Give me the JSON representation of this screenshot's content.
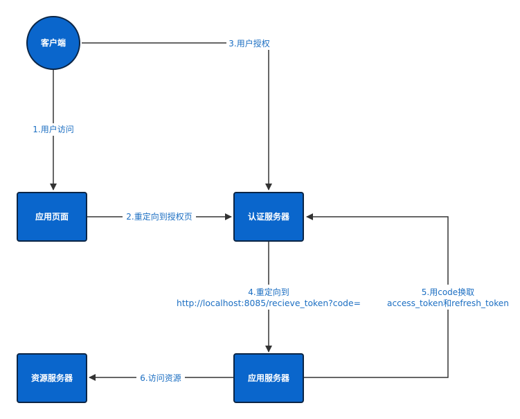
{
  "nodes": {
    "client": "客户端",
    "app_page": "应用页面",
    "auth_server": "认证服务器",
    "app_server": "应用服务器",
    "resource_server": "资源服务器"
  },
  "edges": {
    "user_visit": "1.用户访问",
    "redirect_to_auth_page": "2.重定向到授权页",
    "user_authorize": "3.用户授权",
    "redirect_line1": "4.重定向到",
    "redirect_line2": "http://localhost:8085/recieve_token?code=",
    "exchange_line1": "5.用code换取",
    "exchange_line2": "access_token和refresh_token",
    "access_resource": "6.访问资源"
  },
  "colors": {
    "node_fill": "#0a66cc",
    "node_stroke": "#0b2545",
    "edge": "#333333",
    "edge_text": "#1b6ec2"
  }
}
